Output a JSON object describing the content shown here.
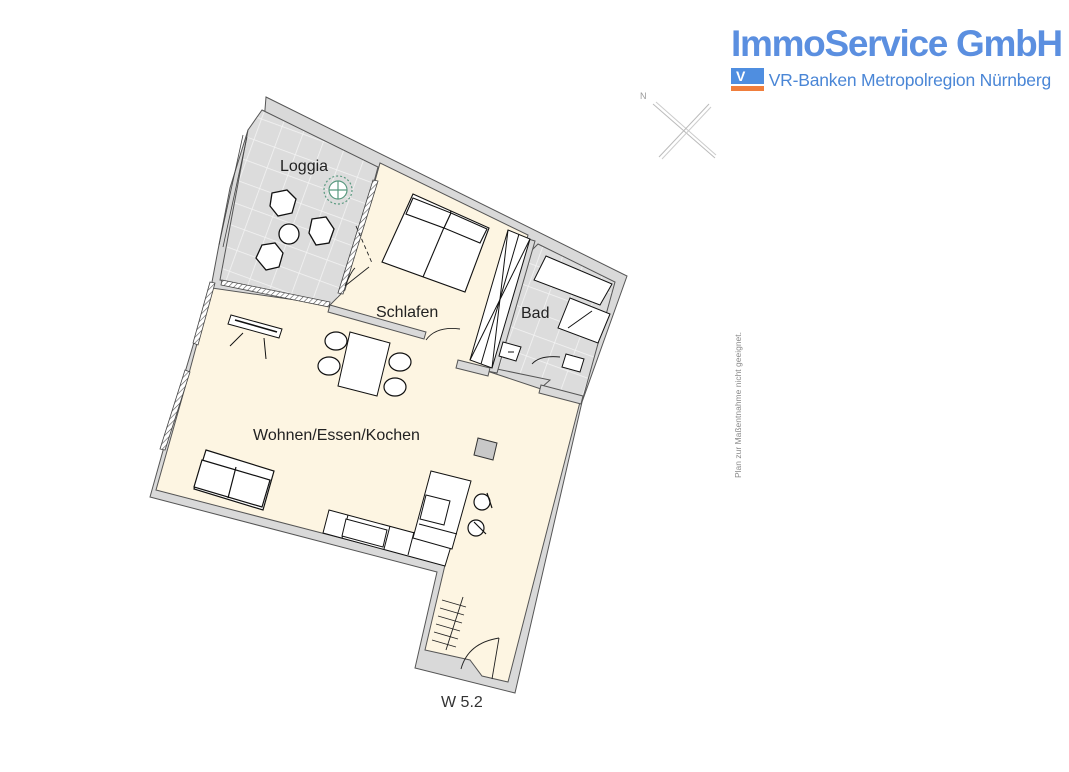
{
  "logo": {
    "title": "ImmoService GmbH",
    "subtitle": "VR-Banken Metropolregion Nürnberg",
    "icon": "vr-bank-icon",
    "icon_mark": "V",
    "colors": {
      "title": "#5b8fe0",
      "icon_blue": "#4f8ee0",
      "icon_orange": "#f07e3c"
    }
  },
  "compass": {
    "label": "N"
  },
  "disclaimer": "Plan zur Maßentnahme nicht geeignet.",
  "floorplan": {
    "unit_label": "W 5.2",
    "rooms": [
      {
        "id": "loggia",
        "label": "Loggia"
      },
      {
        "id": "schlafen",
        "label": "Schlafen"
      },
      {
        "id": "bad",
        "label": "Bad"
      },
      {
        "id": "wohnen",
        "label": "Wohnen/Essen/Kochen"
      }
    ],
    "colors": {
      "living_floor": "#fdf5e2",
      "tile_floor": "#dcdcdc",
      "wall": "#d9d9d9",
      "plant": "#5a9a80"
    }
  }
}
